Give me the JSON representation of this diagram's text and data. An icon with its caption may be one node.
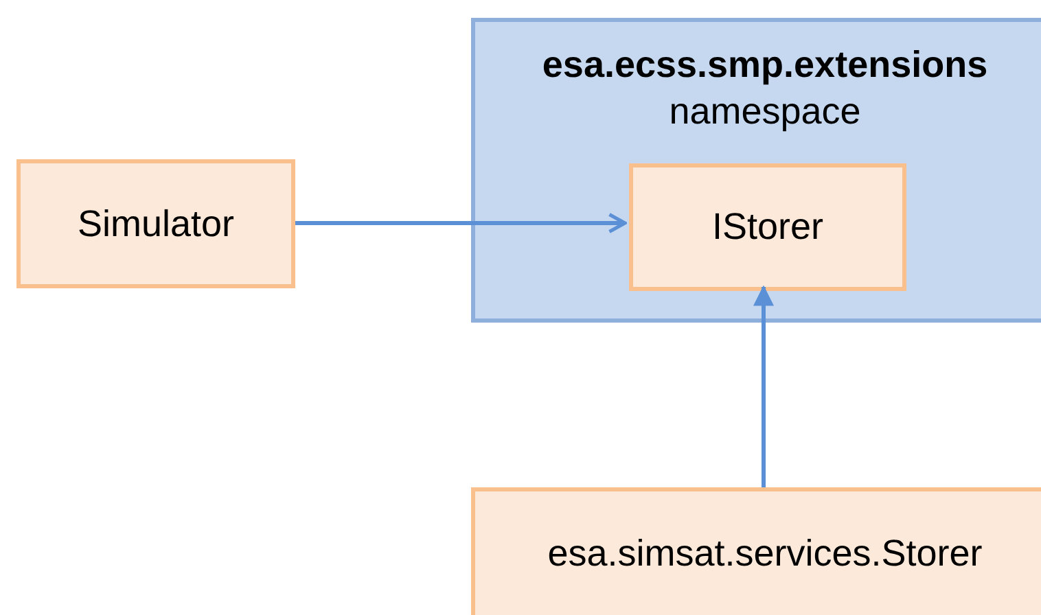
{
  "diagram": {
    "nodes": [
      {
        "text": [
          "esa.ecss.smp.extensions",
          "namespace"
        ]
      },
      {
        "text": [
          "Simulator"
        ]
      },
      {
        "text": [
          "IStorer"
        ],
        "in": 0
      },
      {
        "text": [
          "esa.simsat.services.Storer"
        ]
      }
    ],
    "edges": [
      {
        "from": 1,
        "to": 2,
        "arrow": "to"
      },
      {
        "from": 3,
        "to": 2,
        "arrow": "to"
      }
    ]
  }
}
